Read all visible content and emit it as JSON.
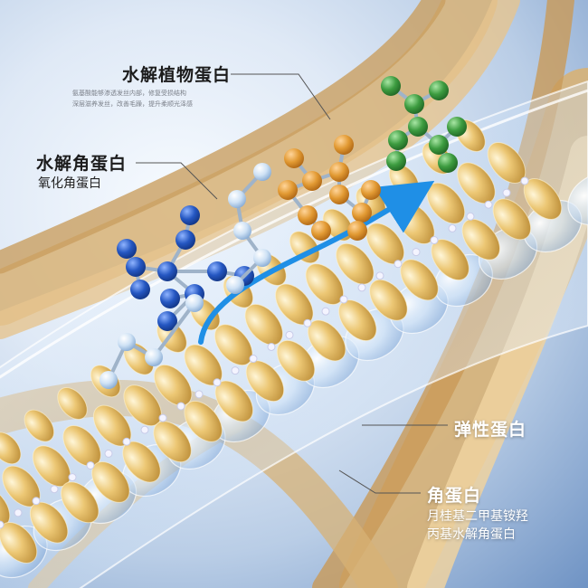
{
  "labels": {
    "hydrolyzed_plant_protein": {
      "title": "水解植物蛋白",
      "detail_lines": [
        "氨基酸能够渗透发丝内部，修复受损结构",
        "深层滋养发丝，改善毛躁，提升柔顺光泽感"
      ]
    },
    "hydrolyzed_keratin": {
      "title": "水解角蛋白",
      "subtitle": "氧化角蛋白"
    },
    "elastin": {
      "title": "弹性蛋白"
    },
    "keratin": {
      "title": "角蛋白",
      "detail_lines": [
        "月桂基二甲基铵羟",
        "丙基水解角蛋白"
      ]
    }
  },
  "colors": {
    "hair": "#d9b47a",
    "molecule_blue": "#1f4fb5",
    "molecule_orange": "#e0922a",
    "molecule_green": "#3a9a3e",
    "arrow": "#1f8fe6"
  }
}
